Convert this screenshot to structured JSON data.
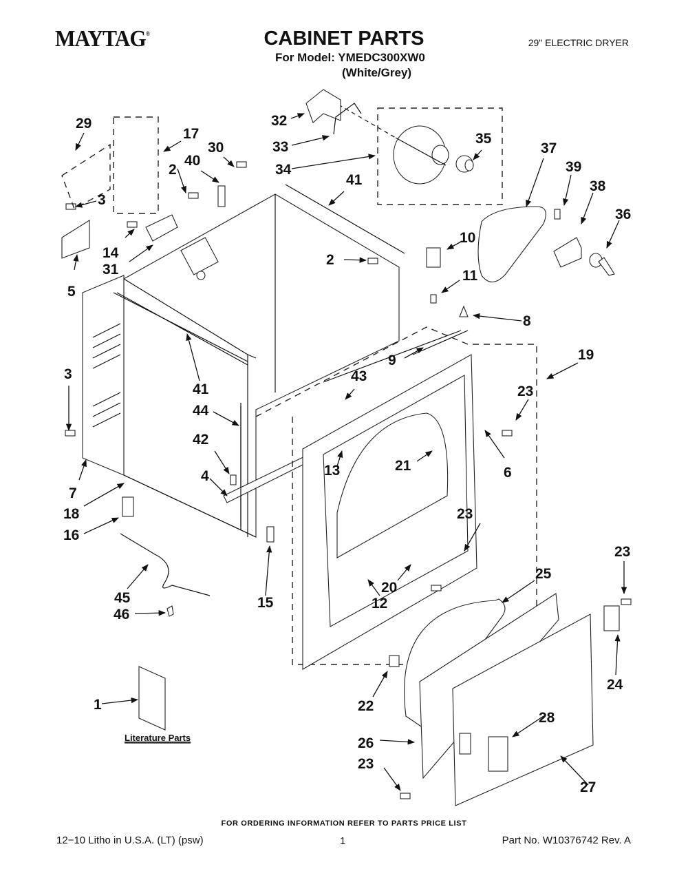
{
  "header": {
    "brand": "MAYTAG",
    "brand_mark": "®",
    "title": "CABINET PARTS",
    "model_line": "For Model: YMEDC300XW0",
    "color_line": "(White/Grey)",
    "product": "29\" ELECTRIC DRYER"
  },
  "footer": {
    "ordering_note": "FOR ORDERING INFORMATION REFER TO PARTS PRICE LIST",
    "litho": "12−10 Litho in U.S.A. (LT) (psw)",
    "page": "1",
    "part_no": "Part No. W10376742 Rev. A"
  },
  "diagram": {
    "literature_label": "Literature Parts",
    "callouts": [
      "29",
      "17",
      "30",
      "40",
      "2",
      "3",
      "14",
      "31",
      "5",
      "32",
      "33",
      "34",
      "35",
      "41",
      "37",
      "39",
      "38",
      "36",
      "10",
      "2",
      "11",
      "8",
      "9",
      "43",
      "19",
      "23",
      "3",
      "41",
      "44",
      "42",
      "4",
      "7",
      "18",
      "16",
      "13",
      "21",
      "6",
      "23",
      "20",
      "12",
      "15",
      "45",
      "46",
      "25",
      "23",
      "24",
      "22",
      "26",
      "28",
      "23",
      "27",
      "1"
    ]
  }
}
